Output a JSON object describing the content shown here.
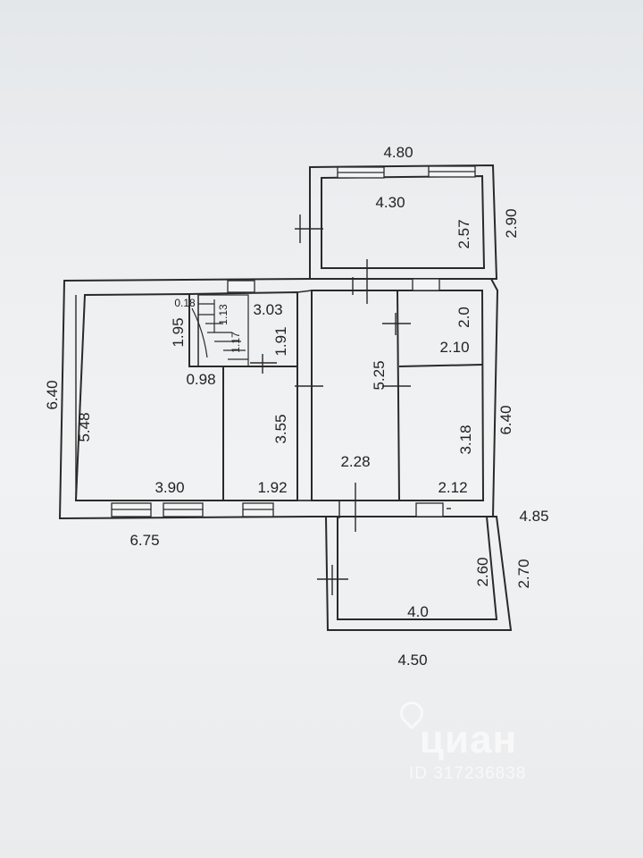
{
  "plan": {
    "outer_dimensions": {
      "top_room_width": "4.80",
      "top_room_height": "2.90",
      "left_height": "6.40",
      "right_height": "6.40",
      "left_block_width": "6.75",
      "right_step_width": "4.85",
      "bottom_room_width": "4.50",
      "bottom_room_height": "2.70"
    },
    "room_dimensions": {
      "top_room_inner_width": "4.30",
      "top_room_inner_height": "2.57",
      "left_room_height": "5.48",
      "left_room_width": "3.90",
      "small_top_width": "3.03",
      "small_top_height": "1.91",
      "stair_a": "0.18",
      "stair_b": "1.95",
      "stair_c": "0.98",
      "stair_d": "1.13",
      "stair_e": "1.17",
      "center_left_height": "3.55",
      "center_left_width": "1.92",
      "corridor_height": "5.25",
      "corridor_width": "2.28",
      "right_top_height": "2.0",
      "right_top_width": "2.10",
      "right_bottom_height": "3.18",
      "right_bottom_width": "2.12",
      "bottom_room_inner_height": "2.60",
      "bottom_room_inner_width": "4.0"
    }
  },
  "watermark": {
    "brand": "циан",
    "listing_id": "ID 317236838",
    "color": "#ffffff"
  },
  "colors": {
    "wall_stroke": "#2a2a2a",
    "wall_fill": "#f3f4f5",
    "ink": "#222222"
  }
}
